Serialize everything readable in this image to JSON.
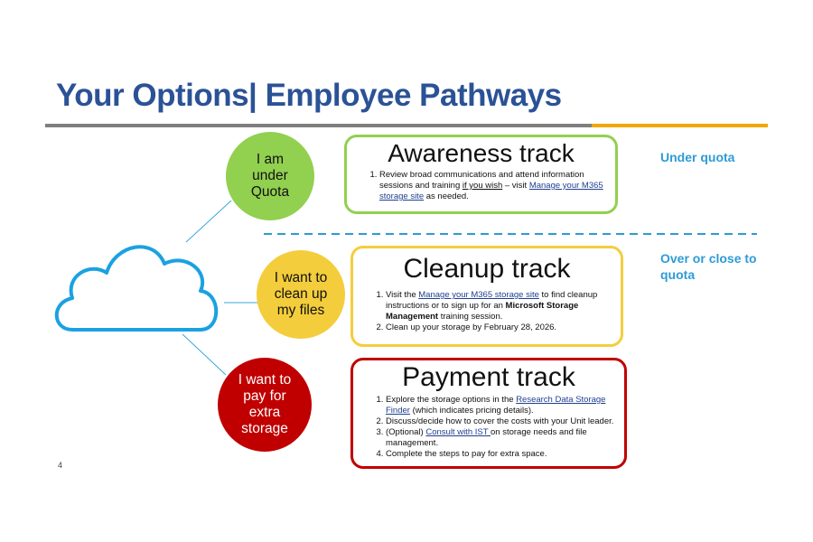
{
  "title": "Your Options| Employee Pathways",
  "page_number": "4",
  "colors": {
    "title": "#2b5296",
    "green": "#92d050",
    "yellow": "#f4cd3c",
    "red": "#c00000",
    "cloud": "#1ba1e2"
  },
  "circles": {
    "quota": "I am under Quota",
    "cleanup": "I want to clean up my files",
    "pay": "I want to pay for extra storage"
  },
  "side_labels": {
    "under": "Under quota",
    "over": "Over or close to quota"
  },
  "awareness": {
    "heading": "Awareness track",
    "i1a": "Review broad communications and attend information sessions and training ",
    "i1b": "if you wish",
    "i1c": " – visit ",
    "i1d": "Manage your M365 storage site",
    "i1e": " as needed."
  },
  "cleanup": {
    "heading": "Cleanup track",
    "i1a": "Visit the ",
    "i1b": "Manage your M365 storage site",
    "i1c": " to find cleanup instructions or to sign up for an ",
    "i1d": "Microsoft Storage Management",
    "i1e": " training session.",
    "i2": "Clean up your storage by February 28, 2026."
  },
  "payment": {
    "heading": "Payment track",
    "i1a": "Explore the storage options in the ",
    "i1b": "Research Data Storage Finder",
    "i1c": " (which indicates pricing details).",
    "i2": "Discuss/decide how to cover the costs with your Unit leader.",
    "i3a": "(Optional) ",
    "i3b": "Consult with IST ",
    "i3c": "on storage needs and file management.",
    "i4": "Complete the steps to pay for extra space."
  }
}
